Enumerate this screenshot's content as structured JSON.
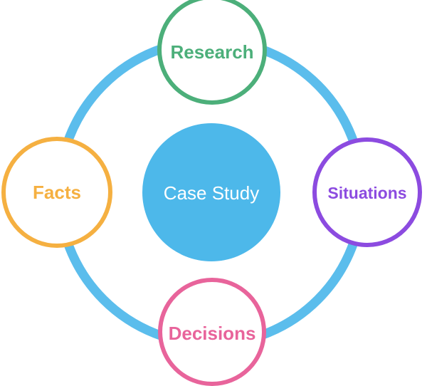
{
  "diagram": {
    "center": {
      "label": "Case Study",
      "color": "#4db8ea"
    },
    "ring_color": "#5bbdec",
    "nodes": {
      "research": {
        "label": "Research",
        "color": "#4caf7a"
      },
      "situations": {
        "label": "Situations",
        "color": "#8c4be0"
      },
      "decisions": {
        "label": "Decisions",
        "color": "#e8649b"
      },
      "facts": {
        "label": "Facts",
        "color": "#f5b041"
      }
    }
  }
}
